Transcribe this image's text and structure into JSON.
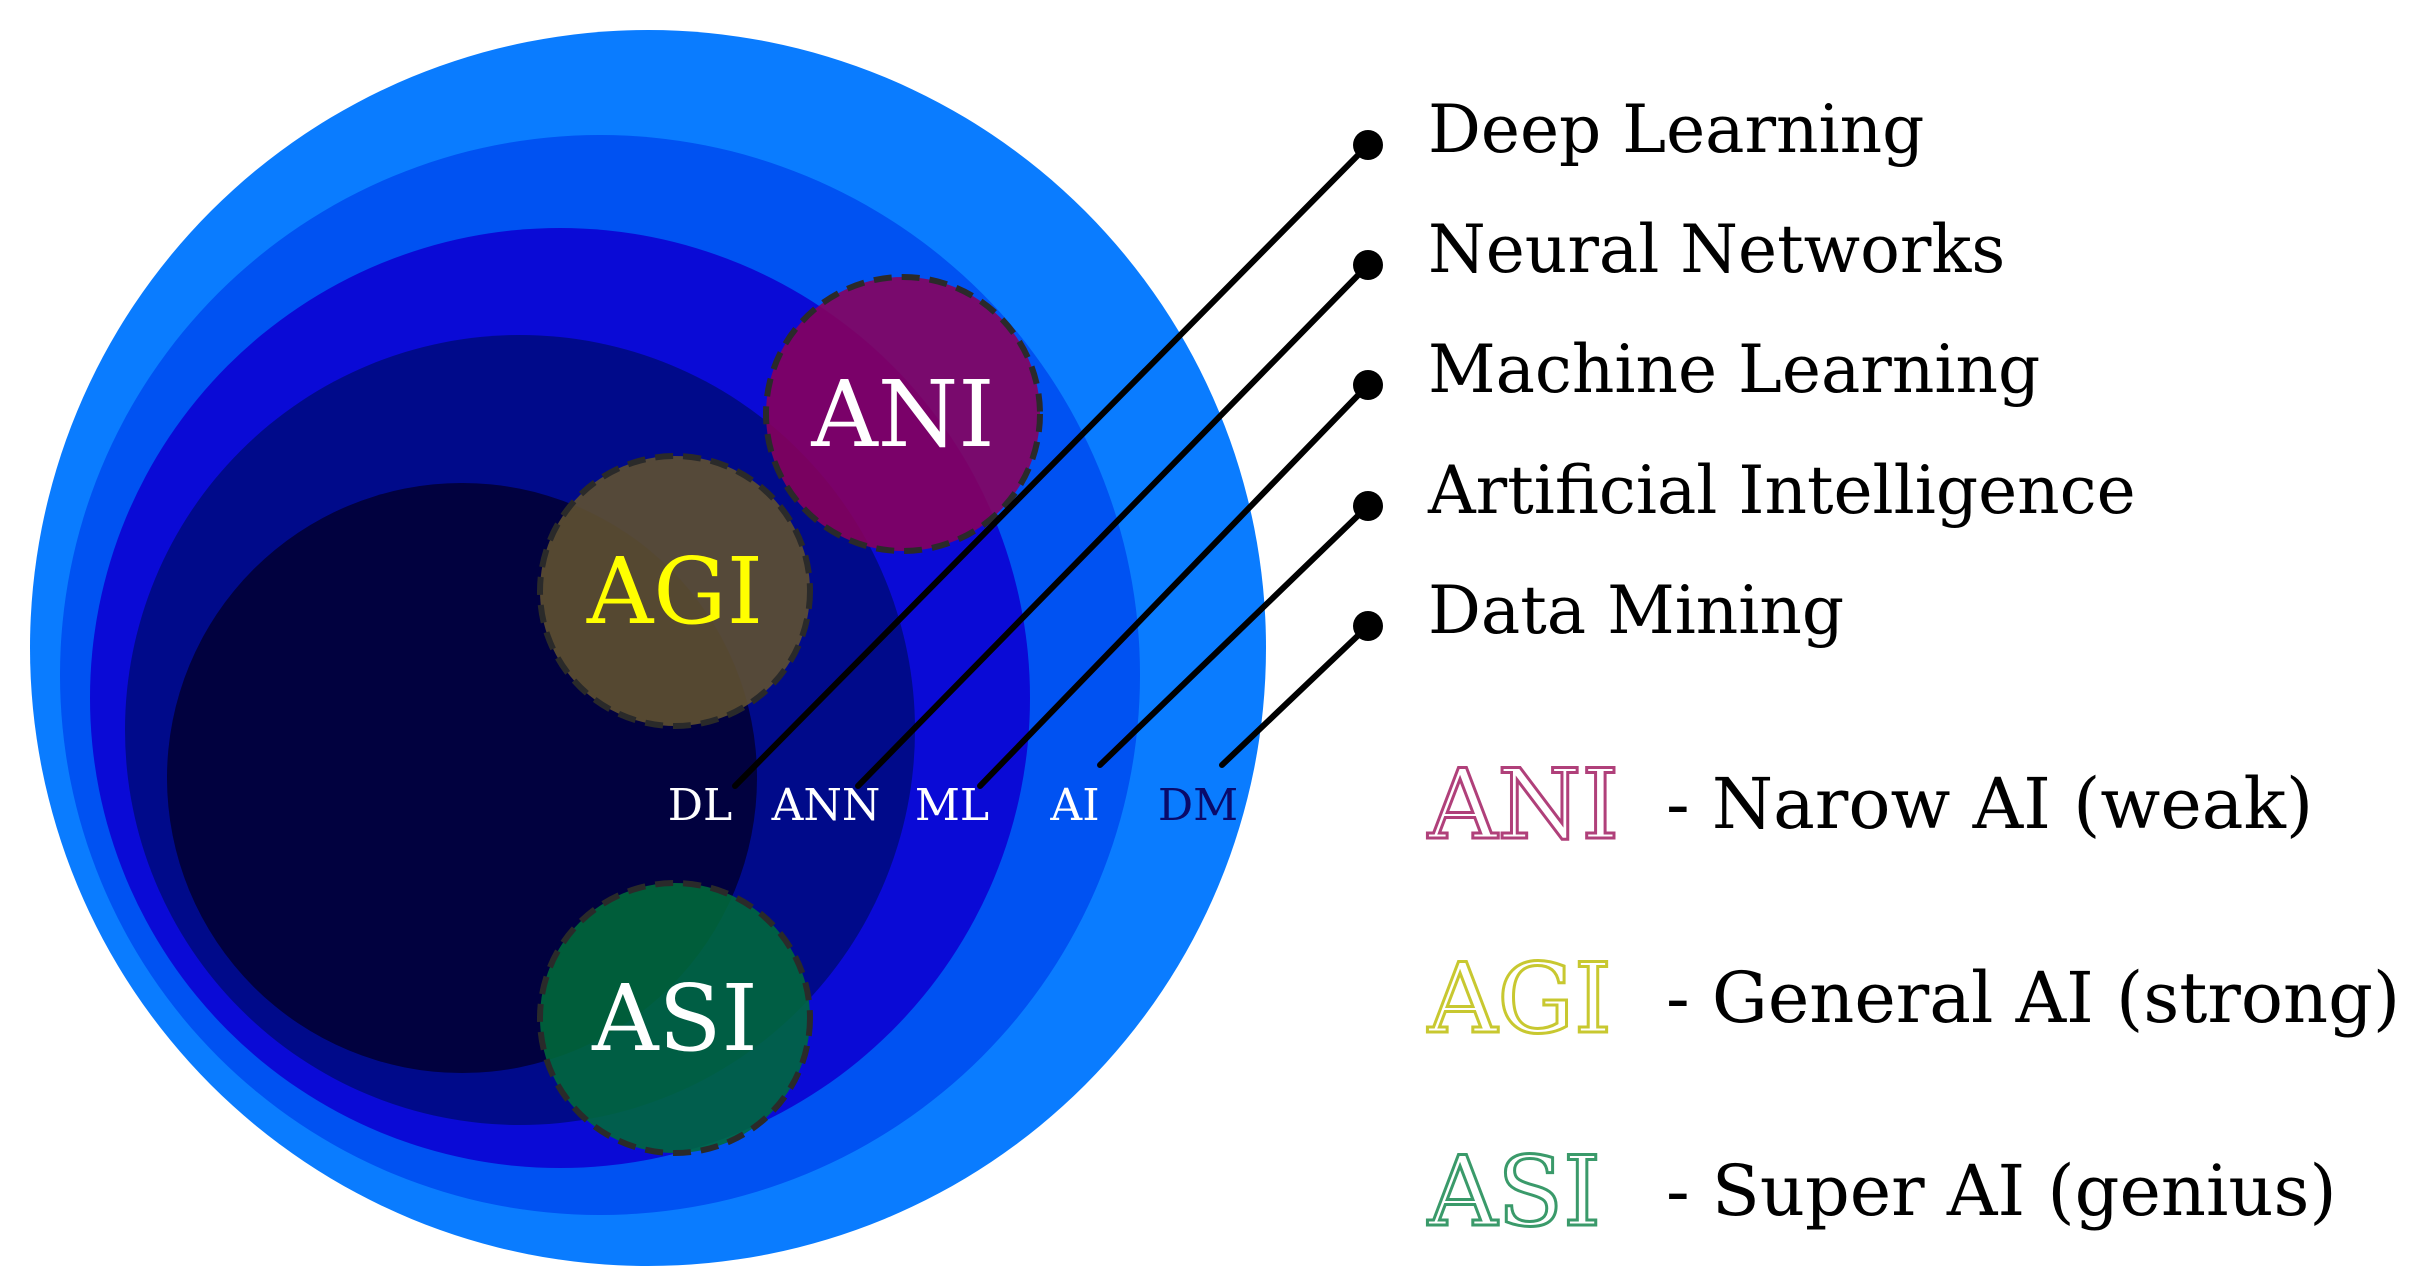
{
  "layers": [
    {
      "key": "dm",
      "abbr": "DM",
      "label": "Data Mining",
      "color": "#0a7cff"
    },
    {
      "key": "ai",
      "abbr": "AI",
      "label": "Artificial Intelligence",
      "color": "#0052f2"
    },
    {
      "key": "ml",
      "abbr": "ML",
      "label": "Machine Learning",
      "color": "#0a0ad6"
    },
    {
      "key": "ann",
      "abbr": "ANN",
      "label": "Neural Networks",
      "color": "#000a8a"
    },
    {
      "key": "dl",
      "abbr": "DL",
      "label": "Deep Learning",
      "color": "#01013f"
    }
  ],
  "bubbles": [
    {
      "key": "ani",
      "label": "ANI",
      "fill": "#8a005a",
      "text_color": "#ffffff"
    },
    {
      "key": "agi",
      "label": "AGI",
      "fill": "#5e5030",
      "text_color": "#ffff00"
    },
    {
      "key": "asi",
      "label": "ASI",
      "fill": "#006a3a",
      "text_color": "#ffffff"
    }
  ],
  "legend": [
    {
      "abbr": "ANI",
      "text": "-  Narow AI (weak)",
      "outline_color": "#b0407a"
    },
    {
      "abbr": "AGI",
      "text": "-  General AI (strong)",
      "outline_color": "#c8c830"
    },
    {
      "abbr": "ASI",
      "text": "-  Super AI (genius)",
      "outline_color": "#3a9a6a"
    }
  ]
}
